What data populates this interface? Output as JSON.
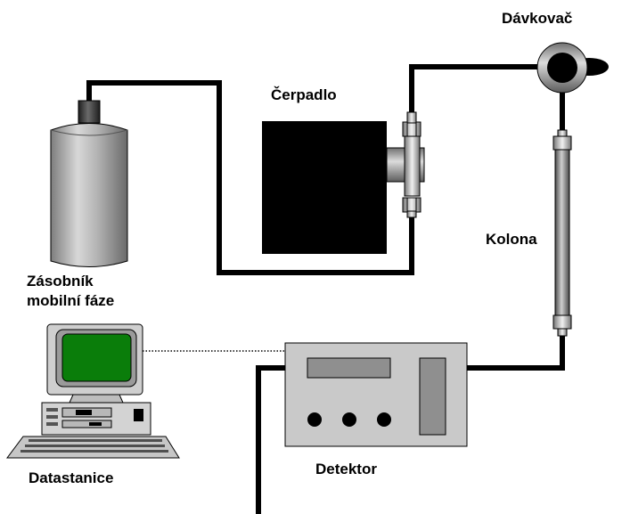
{
  "labels": {
    "dispenser": "Dávkovač",
    "pump": "Čerpadlo",
    "column": "Kolona",
    "reservoir_line1": "Zásobník",
    "reservoir_line2": "mobilní fáze",
    "data_station": "Datastanice",
    "detector": "Detektor"
  },
  "colors": {
    "tubing": "#000000",
    "pump_body": "#000000",
    "cylinder": "#9c9c9c",
    "cylinder_cap": "#3a3a3a",
    "monitor_screen": "#0a7d0a",
    "device_body": "#c9c9c9",
    "detector_panel": "#8f8f8f",
    "background": "#ffffff"
  }
}
